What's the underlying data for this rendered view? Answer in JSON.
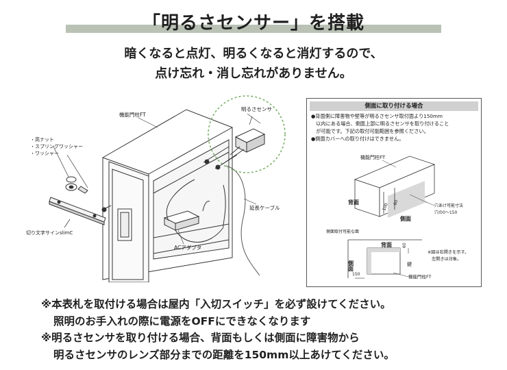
{
  "title": "「明るさセンサー」を搭載",
  "subtitle": [
    "暗くなると点灯、明るくなると消灯するので、",
    "点け忘れ・消し忘れがありません。"
  ],
  "diagram": {
    "post_label": "機能門柱FT",
    "sensor_label": "明るさセンサ",
    "hardware_labels": [
      "・高ナット",
      "・スプリングワッシャー",
      "・ワッシャー"
    ],
    "sign_label": "切り文字サインslimC",
    "cable_label": "延長ケーブル",
    "adapter_label": "ACアダプタ"
  },
  "side_panel": {
    "header": "側面に取り付ける場合",
    "notes": [
      "●背面側に障害物や壁等が明るさセンサ取付面より150mm",
      "　以内にある場合、側面上部に明るさセンサを取り付けること",
      "　が可能です。下記の取付可能範囲を参照ください。",
      "●側面カバーへの取り付けはできません。"
    ],
    "post_label": "機能門柱FT",
    "back_label": "背面",
    "side_label": "側面",
    "dim_100": "100",
    "dim_60": "60",
    "hole_note": [
      "穴あけ可能寸法",
      "穴の0〜150"
    ],
    "range_label": "側面取付可能な面",
    "back_label_2": "背面",
    "side_label_2": "側面",
    "dim_150": "150",
    "dim_60b": "60",
    "note_right": [
      "※図は右開きを示す。",
      "左開きは対象。"
    ],
    "key_label": "鍵",
    "post_label_2": "機能門柱FT"
  },
  "notes": [
    "※本表札を取付ける場合は屋内「入切スイッチ」を必ず設けてください。",
    "照明のお手入れの際に電源をOFFにできなくなります",
    "※明るさセンサを取り付ける場合、背面もしくは側面に障害物から",
    "明るさセンサのレンズ部分までの距離を150mm以上あけてください。"
  ]
}
